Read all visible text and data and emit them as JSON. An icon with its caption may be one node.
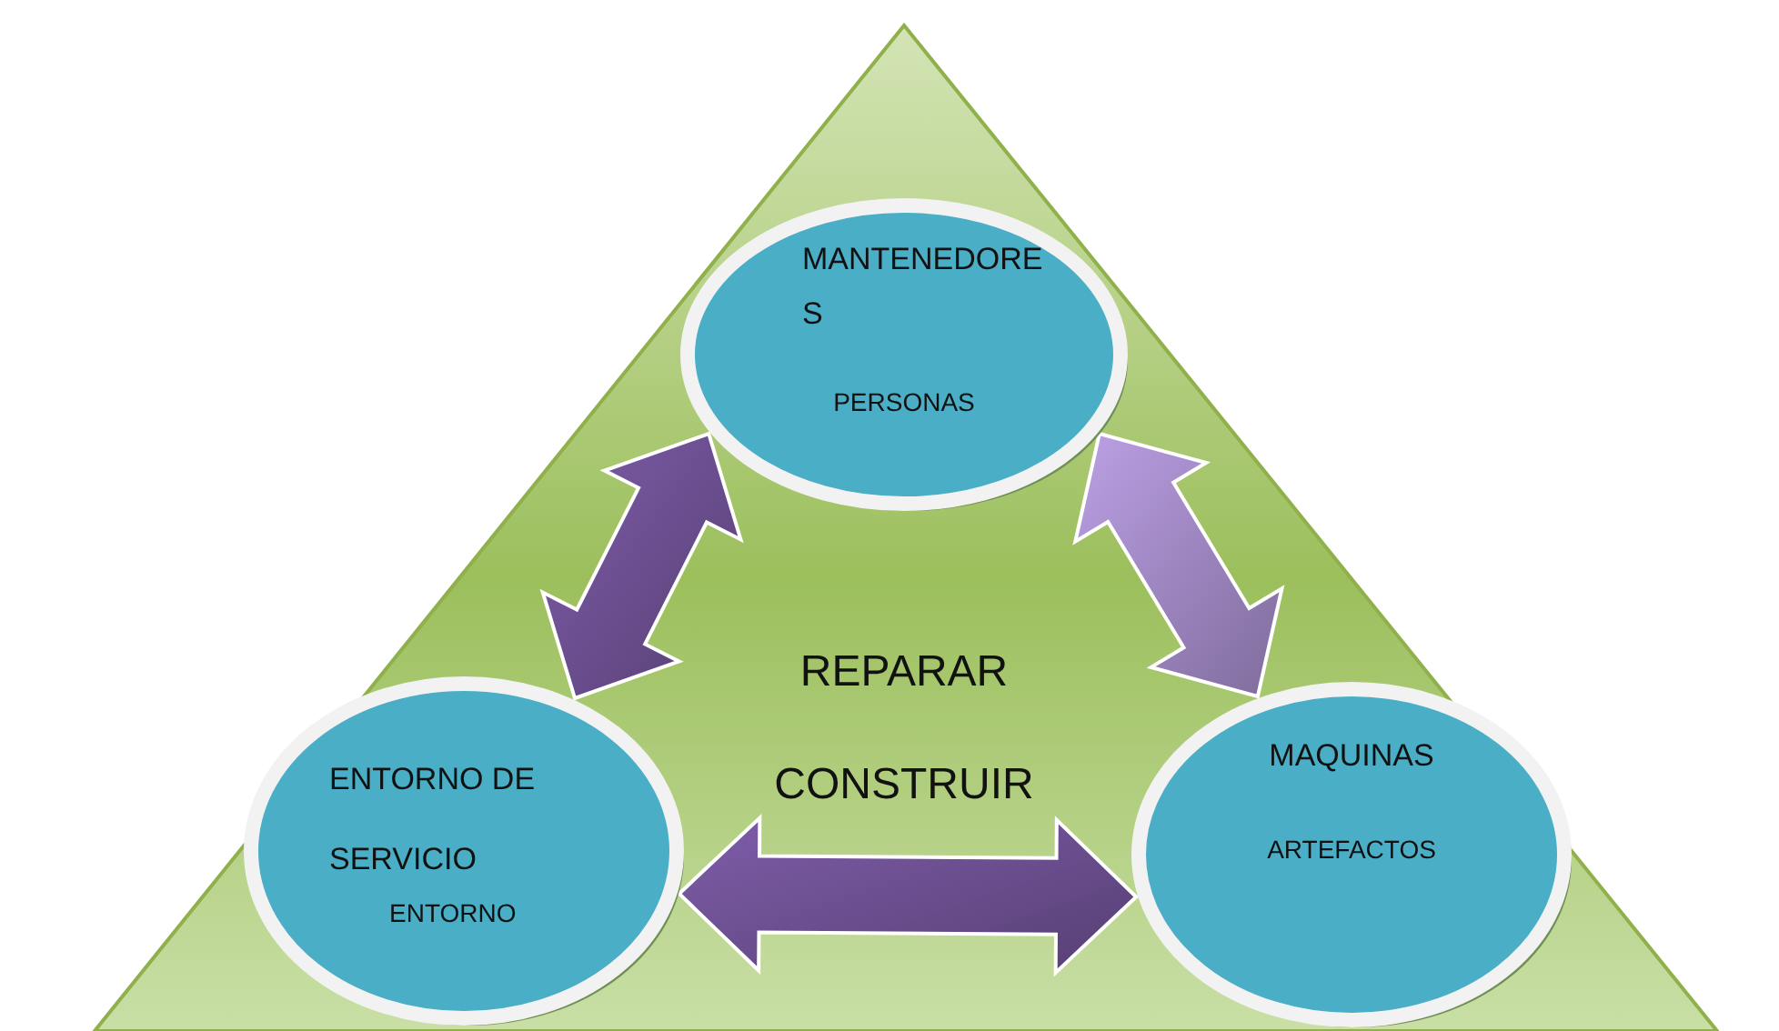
{
  "diagram": {
    "nodes": [
      {
        "text": [
          "MANTENEDORES",
          "PERSONAS"
        ]
      },
      {
        "text": [
          "ENTORNO DE SERVICIO",
          "ENTORNO"
        ]
      },
      {
        "text": [
          "MAQUINAS",
          "ARTEFACTOS"
        ]
      }
    ],
    "edges": [
      {
        "from": 1,
        "to": 0,
        "arrow": "both"
      },
      {
        "from": 0,
        "to": 2,
        "arrow": "both",
        "color": "#9d86c0"
      },
      {
        "from": 1,
        "to": 2,
        "arrow": "both"
      }
    ],
    "labels": [
      "REPARAR",
      "CONSTRUIR"
    ]
  }
}
